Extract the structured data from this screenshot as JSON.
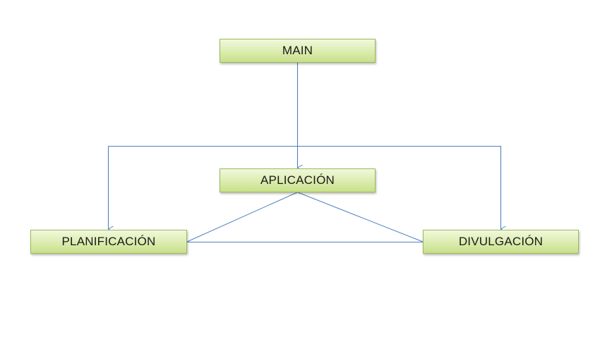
{
  "diagram": {
    "nodes": {
      "main": "MAIN",
      "aplicacion": "APLICACIÓN",
      "planificacion": "PLANIFICACIÓN",
      "divulgacion": "DIVULGACIÓN"
    },
    "connections": [
      {
        "from": "main",
        "to": "aplicacion",
        "arrow": true
      },
      {
        "from": "main",
        "to": "planificacion",
        "arrow": true
      },
      {
        "from": "main",
        "to": "divulgacion",
        "arrow": true
      },
      {
        "from": "aplicacion",
        "to": "planificacion",
        "arrow": false
      },
      {
        "from": "aplicacion",
        "to": "divulgacion",
        "arrow": false
      },
      {
        "from": "planificacion",
        "to": "divulgacion",
        "arrow": false
      }
    ],
    "colors": {
      "line": "#4f81bd",
      "node_border": "#9bbb59",
      "node_fill": "#dcecae"
    }
  }
}
